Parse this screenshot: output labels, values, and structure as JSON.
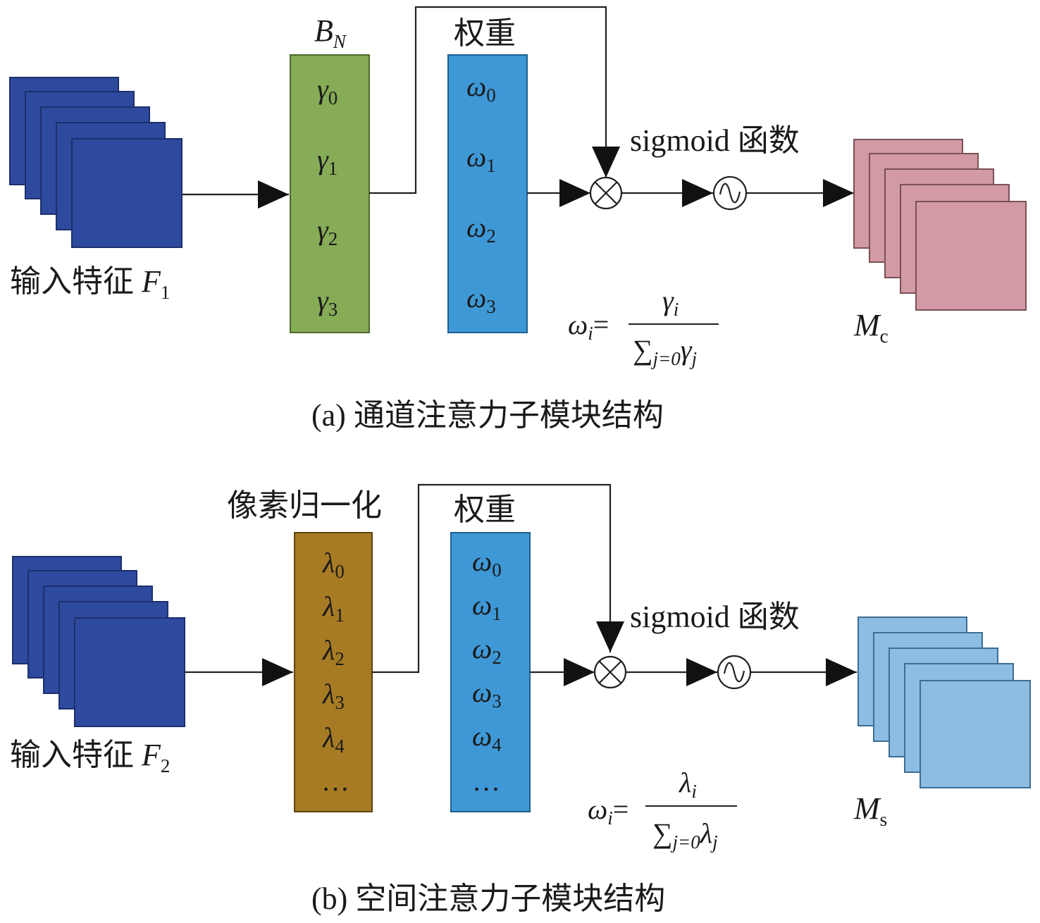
{
  "panel_a": {
    "input_label": "输入特征 ",
    "input_symbol": "F",
    "input_sub": "1",
    "bn_label": "B",
    "bn_sub": "N",
    "bn_symbol": "γ",
    "bn_subs": [
      "0",
      "1",
      "2",
      "3"
    ],
    "weight_label": "权重",
    "weight_symbol": "ω",
    "weight_subs": [
      "0",
      "1",
      "2",
      "3"
    ],
    "sigmoid_label": "sigmoid 函数",
    "output_label": "M",
    "output_sub": "c",
    "formula_lhs": "ω",
    "formula_lhs_sub": "i",
    "formula_eq": "=",
    "formula_num": "γ",
    "formula_num_sub": "i",
    "formula_den_sum": "∑",
    "formula_den_sub": "j=0",
    "formula_den_var": "γ",
    "formula_den_var_sub": "j",
    "caption": "(a) 通道注意力子模块结构"
  },
  "panel_b": {
    "input_label": "输入特征 ",
    "input_symbol": "F",
    "input_sub": "2",
    "norm_label": "像素归一化",
    "norm_symbol": "λ",
    "norm_subs": [
      "0",
      "1",
      "2",
      "3",
      "4"
    ],
    "norm_ellipsis": "…",
    "weight_label": "权重",
    "weight_symbol": "ω",
    "weight_subs": [
      "0",
      "1",
      "2",
      "3",
      "4"
    ],
    "weight_ellipsis": "…",
    "sigmoid_label": "sigmoid 函数",
    "output_label": "M",
    "output_sub": "s",
    "formula_lhs": "ω",
    "formula_lhs_sub": "i",
    "formula_eq": "=",
    "formula_num": "λ",
    "formula_num_sub": "i",
    "formula_den_sum": "∑",
    "formula_den_sub": "j=0",
    "formula_den_var": "λ",
    "formula_den_var_sub": "j",
    "caption": "(b) 空间注意力子模块结构"
  },
  "colors": {
    "input_stack": "#2e4a9e",
    "bn_block": "#86ac57",
    "weight_block": "#3f98d6",
    "norm_block": "#a77b24",
    "output_a_stack": "#d29aa4",
    "output_b_stack": "#8dbde3"
  }
}
